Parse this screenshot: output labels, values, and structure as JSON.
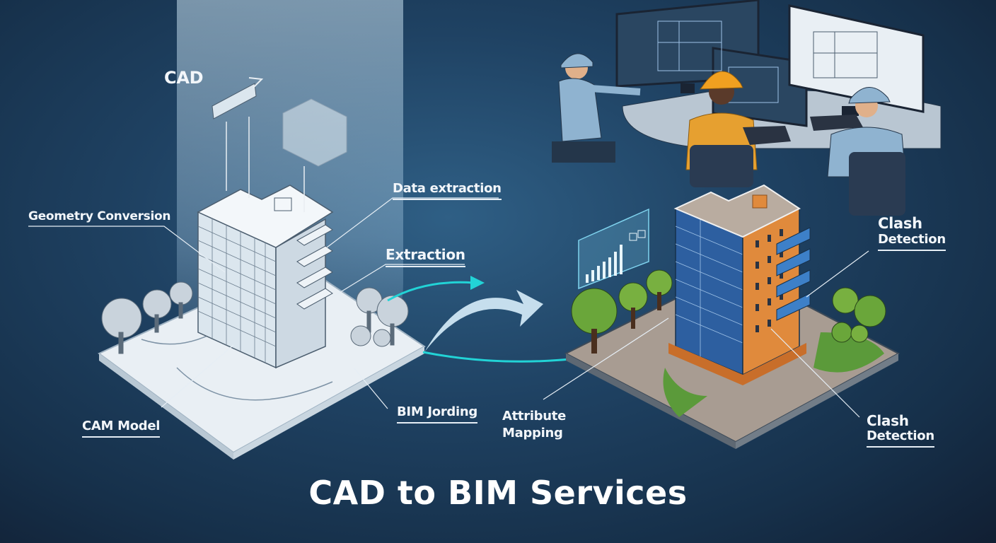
{
  "title": "CAD to BIM Services",
  "left_section": {
    "heading": "CAD",
    "labels": {
      "geometry_conversion": "Geometry Conversion",
      "data_extraction": "Data extraction",
      "extraction": "Extraction",
      "cam_model": "CAM Model",
      "bim_jording": "BIM Jording"
    }
  },
  "right_section": {
    "labels": {
      "clash_detection_top_line1": "Clash",
      "clash_detection_top_line2": "Detection",
      "attribute_mapping_line1": "Attribute",
      "attribute_mapping_line2": "Mapping",
      "clash_detection_bottom_line1": "Clash",
      "clash_detection_bottom_line2": "Detection"
    }
  },
  "colors": {
    "accent_cyan": "#22d3d6",
    "facade_blue": "#2d5fa0",
    "facade_orange": "#e08a3c",
    "wireframe_white": "#e8eef3",
    "hardhat_yellow": "#f0a020",
    "hardhat_blue": "#8fb3d0"
  }
}
